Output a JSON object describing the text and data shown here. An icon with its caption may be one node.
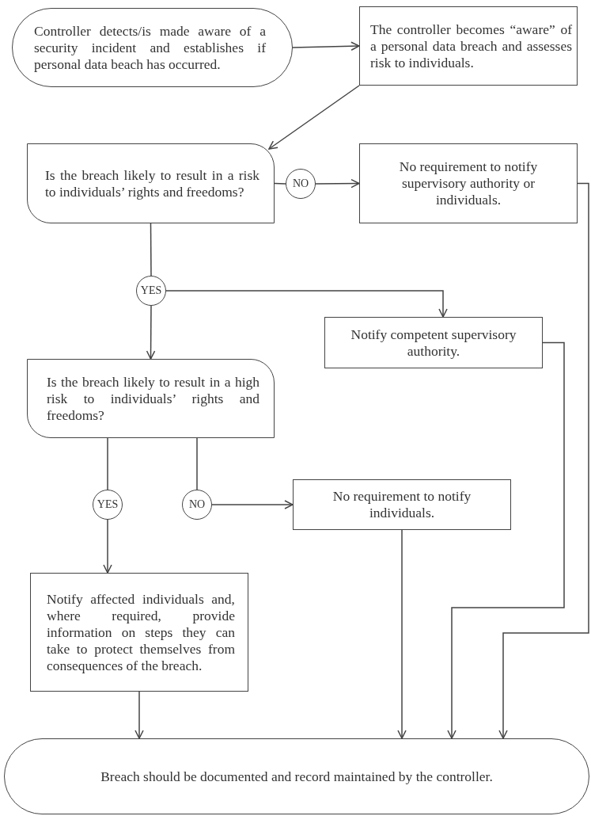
{
  "diagram": {
    "nodes": [
      {
        "text": [
          "Controller detects/is made aware of a security incident and establishes if personal data beach has occurred."
        ]
      },
      {
        "text": [
          "The controller becomes “aware” of a personal data breach and assesses risk to individuals."
        ]
      },
      {
        "text": [
          "Is the breach likely to result in a risk to individuals’ rights and freedoms?"
        ]
      },
      {
        "text": [
          "NO"
        ]
      },
      {
        "text": [
          "No requirement to notify supervisory authority or individuals."
        ]
      },
      {
        "text": [
          "YES"
        ]
      },
      {
        "text": [
          "Notify competent supervisory authority."
        ]
      },
      {
        "text": [
          "Is the breach likely to result in a high risk to individuals’ rights and freedoms?"
        ]
      },
      {
        "text": [
          "YES"
        ]
      },
      {
        "text": [
          "NO"
        ]
      },
      {
        "text": [
          "No requirement to notify individuals."
        ]
      },
      {
        "text": [
          "Notify affected individuals and, where required, provide information on steps they can take to protect themselves from consequences of the breach."
        ]
      },
      {
        "text": [
          "Breach should be documented and record maintained by the controller."
        ]
      }
    ],
    "edges": [
      {
        "from": 0,
        "to": 1,
        "arrow": "to"
      },
      {
        "from": 1,
        "to": 2,
        "arrow": "to"
      },
      {
        "from": 2,
        "to": 3,
        "arrow": "none"
      },
      {
        "from": 3,
        "to": 4,
        "arrow": "to"
      },
      {
        "from": 2,
        "to": 5,
        "arrow": "none"
      },
      {
        "from": 5,
        "to": 6,
        "arrow": "to"
      },
      {
        "from": 5,
        "to": 7,
        "arrow": "to"
      },
      {
        "from": 7,
        "to": 8,
        "arrow": "none"
      },
      {
        "from": 7,
        "to": 9,
        "arrow": "none"
      },
      {
        "from": 9,
        "to": 10,
        "arrow": "to"
      },
      {
        "from": 8,
        "to": 11,
        "arrow": "to"
      },
      {
        "from": 11,
        "to": 12,
        "arrow": "to"
      },
      {
        "from": 10,
        "to": 12,
        "arrow": "to"
      },
      {
        "from": 6,
        "to": 12,
        "arrow": "to"
      },
      {
        "from": 4,
        "to": 12,
        "arrow": "to"
      }
    ]
  }
}
